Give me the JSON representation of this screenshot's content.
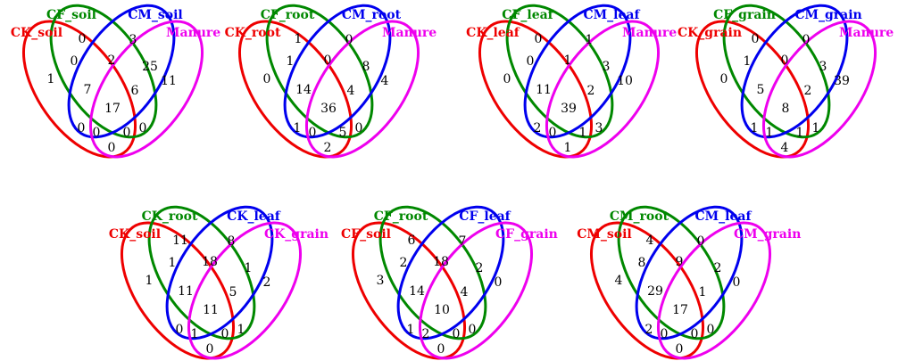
{
  "colors": {
    "red": "#ee0000",
    "green": "#008800",
    "blue": "#0000ee",
    "magenta": "#ee00ee"
  },
  "diagrams": [
    {
      "sets": [
        {
          "name": "CK_soil",
          "color": "#ee0000"
        },
        {
          "name": "CF_soil",
          "color": "#008800"
        },
        {
          "name": "CM_soil",
          "color": "#0000ee"
        },
        {
          "name": "Manure",
          "color": "#ee00ee"
        }
      ],
      "regions": [
        {
          "sets": "A",
          "value": "1"
        },
        {
          "sets": "B",
          "value": "0"
        },
        {
          "sets": "C",
          "value": "3"
        },
        {
          "sets": "D",
          "value": "11"
        },
        {
          "sets": "AB",
          "value": "0"
        },
        {
          "sets": "BC",
          "value": "2"
        },
        {
          "sets": "CD",
          "value": "25"
        },
        {
          "sets": "ABC",
          "value": "7"
        },
        {
          "sets": "BCD",
          "value": "6"
        },
        {
          "sets": "ABCD",
          "value": "17"
        },
        {
          "sets": "AC",
          "value": "0"
        },
        {
          "sets": "ACD",
          "value": "0"
        },
        {
          "sets": "ABD",
          "value": "0"
        },
        {
          "sets": "BD",
          "value": "0"
        },
        {
          "sets": "AD",
          "value": "0"
        }
      ]
    },
    {
      "sets": [
        {
          "name": "CK_root",
          "color": "#ee0000"
        },
        {
          "name": "CF_root",
          "color": "#008800"
        },
        {
          "name": "CM_root",
          "color": "#0000ee"
        },
        {
          "name": "Manure",
          "color": "#ee00ee"
        }
      ],
      "regions": [
        {
          "sets": "A",
          "value": "0"
        },
        {
          "sets": "B",
          "value": "1"
        },
        {
          "sets": "C",
          "value": "0"
        },
        {
          "sets": "D",
          "value": "4"
        },
        {
          "sets": "AB",
          "value": "1"
        },
        {
          "sets": "BC",
          "value": "0"
        },
        {
          "sets": "CD",
          "value": "8"
        },
        {
          "sets": "ABC",
          "value": "14"
        },
        {
          "sets": "BCD",
          "value": "4"
        },
        {
          "sets": "ABCD",
          "value": "36"
        },
        {
          "sets": "AC",
          "value": "1"
        },
        {
          "sets": "ACD",
          "value": "5"
        },
        {
          "sets": "ABD",
          "value": "0"
        },
        {
          "sets": "BD",
          "value": "0"
        },
        {
          "sets": "AD",
          "value": "2"
        }
      ]
    },
    {
      "sets": [
        {
          "name": "CK_leaf",
          "color": "#ee0000"
        },
        {
          "name": "CF_leaf",
          "color": "#008800"
        },
        {
          "name": "CM_leaf",
          "color": "#0000ee"
        },
        {
          "name": "Manure",
          "color": "#ee00ee"
        }
      ],
      "regions": [
        {
          "sets": "A",
          "value": "0"
        },
        {
          "sets": "B",
          "value": "0"
        },
        {
          "sets": "C",
          "value": "1"
        },
        {
          "sets": "D",
          "value": "10"
        },
        {
          "sets": "AB",
          "value": "0"
        },
        {
          "sets": "BC",
          "value": "1"
        },
        {
          "sets": "CD",
          "value": "3"
        },
        {
          "sets": "ABC",
          "value": "11"
        },
        {
          "sets": "BCD",
          "value": "2"
        },
        {
          "sets": "ABCD",
          "value": "39"
        },
        {
          "sets": "AC",
          "value": "2"
        },
        {
          "sets": "ACD",
          "value": "1"
        },
        {
          "sets": "ABD",
          "value": "0"
        },
        {
          "sets": "BD",
          "value": "3"
        },
        {
          "sets": "AD",
          "value": "1"
        }
      ]
    },
    {
      "sets": [
        {
          "name": "CK_grain",
          "color": "#ee0000"
        },
        {
          "name": "CF_grain",
          "color": "#008800"
        },
        {
          "name": "CM_grain",
          "color": "#0000ee"
        },
        {
          "name": "Manure",
          "color": "#ee00ee"
        }
      ],
      "regions": [
        {
          "sets": "A",
          "value": "0"
        },
        {
          "sets": "B",
          "value": "0"
        },
        {
          "sets": "C",
          "value": "0"
        },
        {
          "sets": "D",
          "value": "39"
        },
        {
          "sets": "AB",
          "value": "1"
        },
        {
          "sets": "BC",
          "value": "0"
        },
        {
          "sets": "CD",
          "value": "3"
        },
        {
          "sets": "ABC",
          "value": "5"
        },
        {
          "sets": "BCD",
          "value": "2"
        },
        {
          "sets": "ABCD",
          "value": "8"
        },
        {
          "sets": "AC",
          "value": "1"
        },
        {
          "sets": "ACD",
          "value": "1"
        },
        {
          "sets": "ABD",
          "value": "1"
        },
        {
          "sets": "BD",
          "value": "1"
        },
        {
          "sets": "AD",
          "value": "4"
        }
      ]
    },
    {
      "sets": [
        {
          "name": "CK_soil",
          "color": "#ee0000"
        },
        {
          "name": "CK_root",
          "color": "#008800"
        },
        {
          "name": "CK_leaf",
          "color": "#0000ee"
        },
        {
          "name": "CK_grain",
          "color": "#ee00ee"
        }
      ],
      "regions": [
        {
          "sets": "A",
          "value": "1"
        },
        {
          "sets": "B",
          "value": "11"
        },
        {
          "sets": "C",
          "value": "8"
        },
        {
          "sets": "D",
          "value": "2"
        },
        {
          "sets": "AB",
          "value": "1"
        },
        {
          "sets": "BC",
          "value": "18"
        },
        {
          "sets": "CD",
          "value": "1"
        },
        {
          "sets": "ABC",
          "value": "11"
        },
        {
          "sets": "BCD",
          "value": "5"
        },
        {
          "sets": "ABCD",
          "value": "11"
        },
        {
          "sets": "AC",
          "value": "0"
        },
        {
          "sets": "ACD",
          "value": "0"
        },
        {
          "sets": "ABD",
          "value": "1"
        },
        {
          "sets": "BD",
          "value": "1"
        },
        {
          "sets": "AD",
          "value": "0"
        }
      ]
    },
    {
      "sets": [
        {
          "name": "CF_soil",
          "color": "#ee0000"
        },
        {
          "name": "CF_root",
          "color": "#008800"
        },
        {
          "name": "CF_leaf",
          "color": "#0000ee"
        },
        {
          "name": "CF_grain",
          "color": "#ee00ee"
        }
      ],
      "regions": [
        {
          "sets": "A",
          "value": "3"
        },
        {
          "sets": "B",
          "value": "6"
        },
        {
          "sets": "C",
          "value": "7"
        },
        {
          "sets": "D",
          "value": "0"
        },
        {
          "sets": "AB",
          "value": "2"
        },
        {
          "sets": "BC",
          "value": "18"
        },
        {
          "sets": "CD",
          "value": "2"
        },
        {
          "sets": "ABC",
          "value": "14"
        },
        {
          "sets": "BCD",
          "value": "4"
        },
        {
          "sets": "ABCD",
          "value": "10"
        },
        {
          "sets": "AC",
          "value": "1"
        },
        {
          "sets": "ACD",
          "value": "0"
        },
        {
          "sets": "ABD",
          "value": "2"
        },
        {
          "sets": "BD",
          "value": "0"
        },
        {
          "sets": "AD",
          "value": "0"
        }
      ]
    },
    {
      "sets": [
        {
          "name": "CM_soil",
          "color": "#ee0000"
        },
        {
          "name": "CM_root",
          "color": "#008800"
        },
        {
          "name": "CM_leaf",
          "color": "#0000ee"
        },
        {
          "name": "CM_grain",
          "color": "#ee00ee"
        }
      ],
      "regions": [
        {
          "sets": "A",
          "value": "4"
        },
        {
          "sets": "B",
          "value": "4"
        },
        {
          "sets": "C",
          "value": "0"
        },
        {
          "sets": "D",
          "value": "0"
        },
        {
          "sets": "AB",
          "value": "8"
        },
        {
          "sets": "BC",
          "value": "9"
        },
        {
          "sets": "CD",
          "value": "2"
        },
        {
          "sets": "ABC",
          "value": "29"
        },
        {
          "sets": "BCD",
          "value": "1"
        },
        {
          "sets": "ABCD",
          "value": "17"
        },
        {
          "sets": "AC",
          "value": "2"
        },
        {
          "sets": "ACD",
          "value": "0"
        },
        {
          "sets": "ABD",
          "value": "0"
        },
        {
          "sets": "BD",
          "value": "0"
        },
        {
          "sets": "AD",
          "value": "0"
        }
      ]
    }
  ]
}
